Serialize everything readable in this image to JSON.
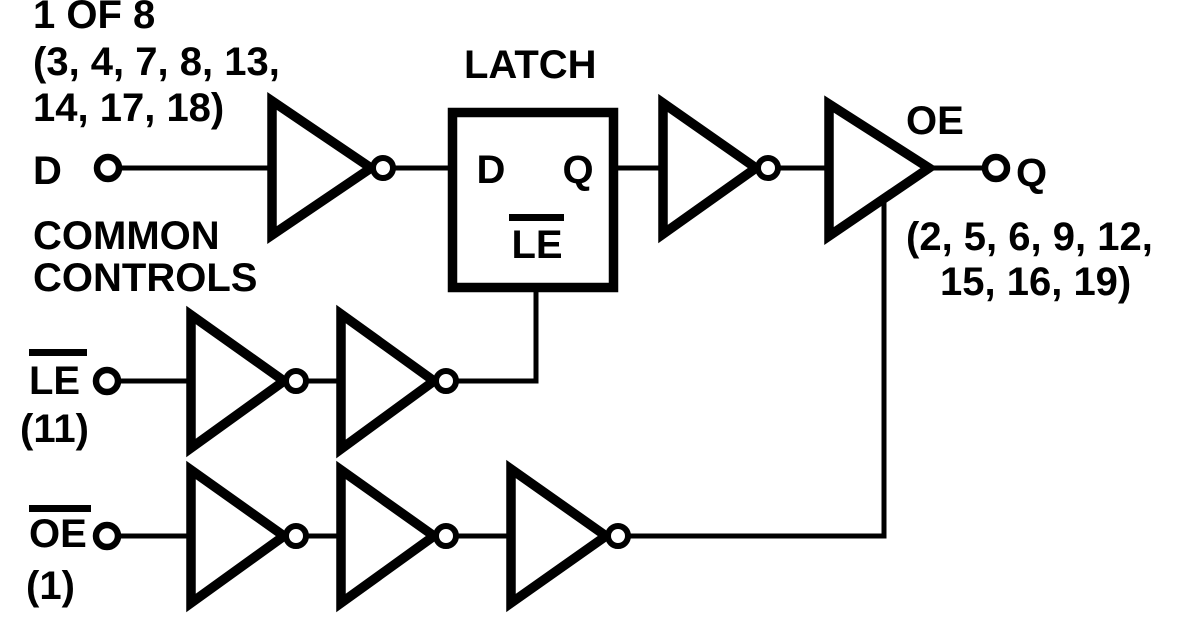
{
  "diagram": {
    "cell_count_label": "1 OF 8",
    "d_pin_numbers_line1": "(3, 4, 7, 8, 13,",
    "d_pin_numbers_line2": "14, 17, 18)",
    "d_input_label": "D",
    "common_controls_line1": "COMMON",
    "common_controls_line2": "CONTROLS",
    "le_input_label": "LE",
    "le_input_pin": "(11)",
    "oe_input_label": "OE",
    "oe_input_pin": "(1)",
    "latch": {
      "title": "LATCH",
      "d_port": "D",
      "q_port": "Q",
      "le_port": "LE"
    },
    "oe_control_label": "OE",
    "q_output_label": "Q",
    "q_pin_numbers_line1": "(2, 5, 6, 9, 12,",
    "q_pin_numbers_line2": "15, 16, 19)",
    "colors": {
      "ink": "#000000",
      "background": "#ffffff"
    }
  }
}
